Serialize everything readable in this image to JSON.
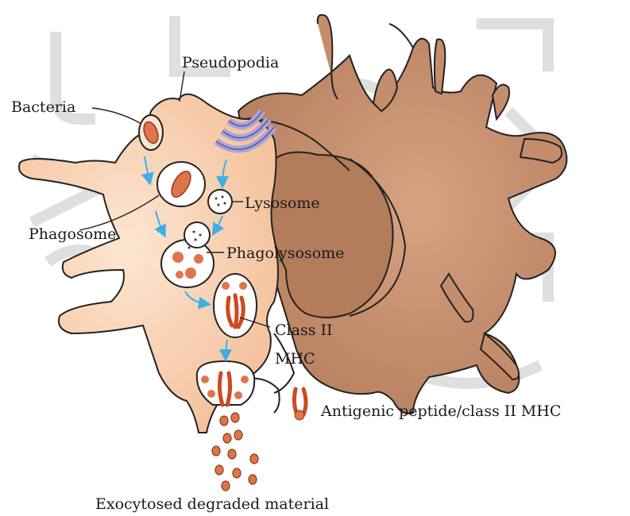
{
  "diagram": {
    "labels": {
      "pseudopodia": "Pseudopodia",
      "bacteria": "Bacteria",
      "lysosome": "Lysosome",
      "phagosome": "Phagosome",
      "phagolysosome": "Phagolysosome",
      "class_ii_line1": "Class II",
      "class_ii_line2": "MHC",
      "antigenic_peptide": "Antigenic peptide/class II MHC",
      "exocytosed": "Exocytosed degraded material"
    },
    "watermark_letters": "UNIVERSITAS ISLAM INDONESIA",
    "colors": {
      "cytoplasm": "#f8d2b3",
      "cell_back": "#c48d6c",
      "nucleus": "#b37c5b",
      "bacteria": "#e0744a",
      "golgi": "#a9a5d8",
      "arrow": "#3cb0e6",
      "mhc": "#cc4b1f",
      "outline": "#222222"
    }
  }
}
